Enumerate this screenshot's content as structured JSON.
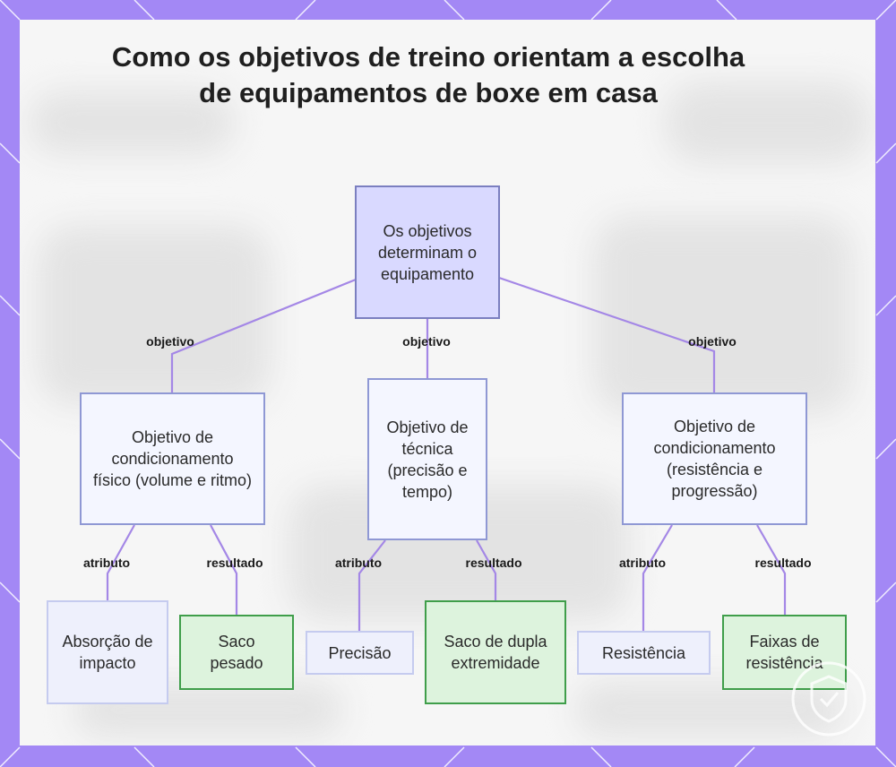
{
  "title": "Como os objetivos de treino orientam a escolha de equipamentos de boxe em casa",
  "colors": {
    "frame": "#a388f5",
    "root_fill": "#d9d9ff",
    "goal_fill": "#f4f6ff",
    "result_fill": "#ddf3dd",
    "result_border": "#3f9e4a",
    "edge": "#a487e6"
  },
  "nodes": {
    "root": "Os objetivos determinam o equipamento",
    "goal_fisico": "Objetivo de condicionamento físico (volume e ritmo)",
    "goal_tecnica": "Objetivo de técnica (precisão e tempo)",
    "goal_resistencia": "Objetivo de condicionamento (resistência e progressão)",
    "attr_absorcao": "Absorção de impacto",
    "res_saco_pesado": "Saco pesado",
    "attr_precisao": "Precisão",
    "res_saco_dupla": "Saco de dupla extremidade",
    "attr_resistencia": "Resistência",
    "res_faixas": "Faixas de resistência"
  },
  "edge_labels": {
    "objetivo_left": "objetivo",
    "objetivo_center": "objetivo",
    "objetivo_right": "objetivo",
    "atributo_1": "atributo",
    "resultado_1": "resultado",
    "atributo_2": "atributo",
    "resultado_2": "resultado",
    "atributo_3": "atributo",
    "resultado_3": "resultado"
  },
  "badge_icon": "shield-watermark-icon"
}
